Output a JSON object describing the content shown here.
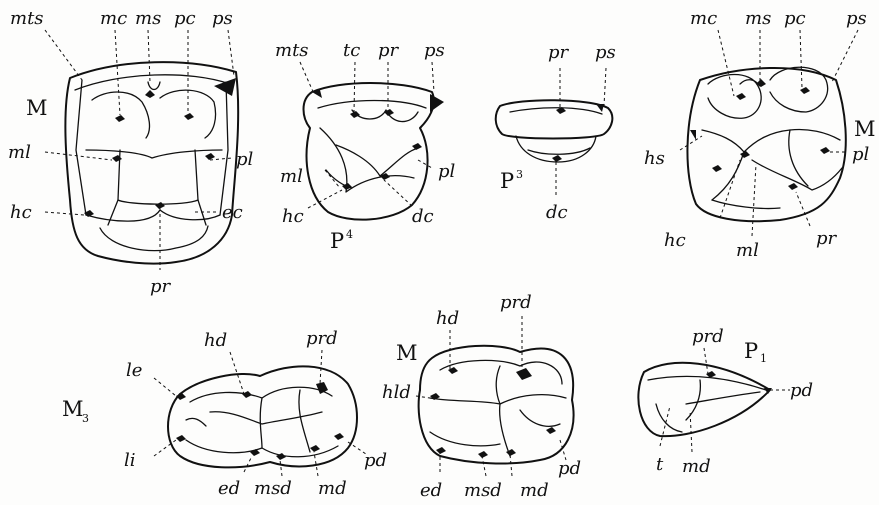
{
  "figure": {
    "upper_molar_left": {
      "tooth_label": "M",
      "labels": {
        "mts": "mts",
        "mc": "mc",
        "ms": "ms",
        "pc": "pc",
        "ps": "ps",
        "ml": "ml",
        "pl": "pl",
        "hc": "hc",
        "ec": "ec",
        "pr": "pr"
      }
    },
    "upper_p4": {
      "tooth_label": "P",
      "tooth_sub": "4",
      "labels": {
        "mts": "mts",
        "tc": "tc",
        "pr": "pr",
        "ps": "ps",
        "ml": "ml",
        "pl": "pl",
        "hc": "hc",
        "dc": "dc"
      }
    },
    "upper_p3": {
      "tooth_label": "P",
      "tooth_sub": "3",
      "labels": {
        "pr": "pr",
        "ps": "ps",
        "dc": "dc"
      }
    },
    "upper_molar_right": {
      "tooth_label": "M",
      "labels": {
        "mc": "mc",
        "ms": "ms",
        "pc": "pc",
        "ps": "ps",
        "hs": "hs",
        "pl": "pl",
        "hc": "hc",
        "ml": "ml",
        "pr": "pr"
      }
    },
    "lower_m3": {
      "tooth_label": "M",
      "tooth_sub": "3",
      "labels": {
        "hd": "hd",
        "prd": "prd",
        "le": "le",
        "li": "li",
        "pd": "pd",
        "ed": "ed",
        "msd": "msd",
        "md": "md"
      }
    },
    "lower_molar": {
      "tooth_label": "M",
      "labels": {
        "hd": "hd",
        "prd": "prd",
        "hld": "hld",
        "pd": "pd",
        "ed": "ed",
        "msd": "msd",
        "md": "md"
      }
    },
    "lower_p1": {
      "tooth_label": "P",
      "tooth_sub": "1",
      "labels": {
        "prd": "prd",
        "pd": "pd",
        "t": "t",
        "md": "md"
      }
    }
  }
}
